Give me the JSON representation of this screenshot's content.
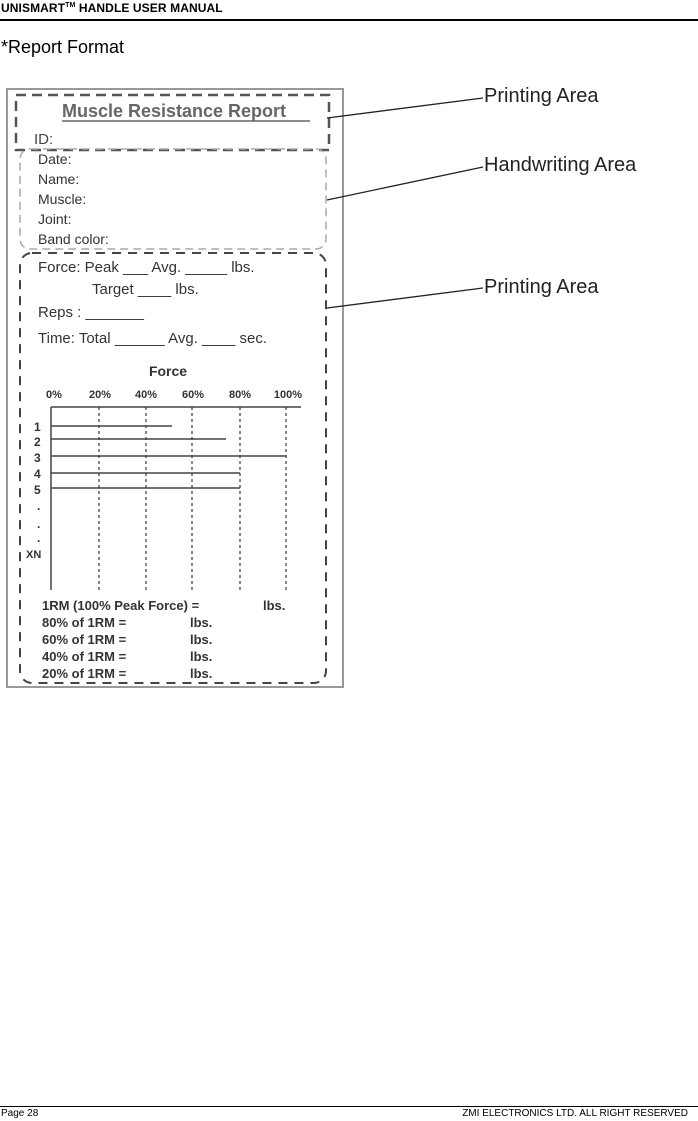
{
  "header": {
    "title_main": "UNISMART",
    "title_sup": "TM",
    "title_rest": " HANDLE USER MANUAL"
  },
  "section_title": "*Report Format",
  "report": {
    "title": "Muscle Resistance Report",
    "id_label": "ID:",
    "handwriting_fields": [
      "Date:",
      "Name:",
      "Muscle:",
      "Joint:",
      "Band color:"
    ],
    "force_line": "Force: Peak ___ Avg. _____ lbs.",
    "target_line": "Target ____ lbs.",
    "reps_line": "Reps : _______",
    "time_line": "Time: Total ______ Avg. ____ sec.",
    "chart_title": "Force",
    "summary": [
      {
        "label": "1RM (100% Peak Force) =",
        "unit": "lbs."
      },
      {
        "label": "80% of 1RM =",
        "unit": "lbs."
      },
      {
        "label": "60% of 1RM =",
        "unit": "lbs."
      },
      {
        "label": "40% of 1RM =",
        "unit": "lbs."
      },
      {
        "label": "20% of 1RM =",
        "unit": "lbs."
      }
    ]
  },
  "callouts": [
    {
      "label": "Printing Area"
    },
    {
      "label": "Handwriting Area"
    },
    {
      "label": "Printing Area"
    }
  ],
  "chart_data": {
    "type": "bar",
    "title": "Force",
    "orientation": "horizontal",
    "categories": [
      "1",
      "2",
      "3",
      "4",
      "5",
      ".",
      ".",
      ".",
      "XN"
    ],
    "x_ticks": [
      "0%",
      "20%",
      "40%",
      "60%",
      "80%",
      "100%"
    ],
    "values": [
      51,
      74,
      100,
      80,
      80
    ],
    "xlim": [
      0,
      100
    ],
    "xlabel": "",
    "ylabel": "",
    "grid": "vertical dotted at 20% intervals"
  },
  "footer": {
    "page": "Page 28",
    "rights": "ZMI ELECTRONICS LTD. ALL RIGHT RESERVED"
  }
}
